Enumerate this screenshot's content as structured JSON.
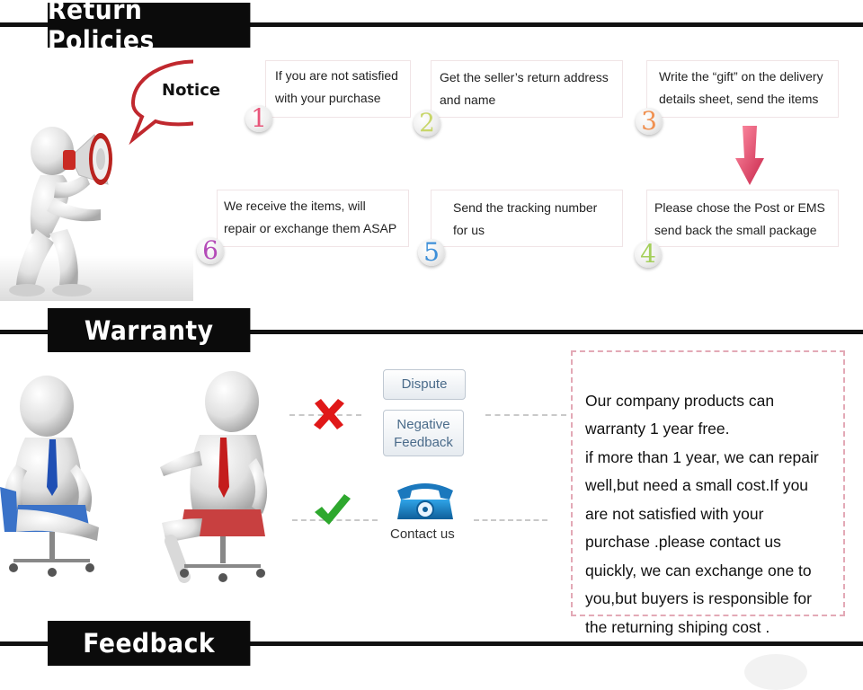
{
  "sections": {
    "return_title": "Return Policies",
    "warranty_title": "Warranty",
    "feedback_title": "Feedback"
  },
  "notice": {
    "label": "Notice"
  },
  "steps": [
    {
      "num": "1",
      "text": "If you are not satisfied\nwith your purchase",
      "color": "#e8557a"
    },
    {
      "num": "2",
      "text": "Get the seller’s return address\nand name",
      "color": "#c8d66a"
    },
    {
      "num": "3",
      "text": "Write the “gift” on the delivery\ndetails sheet, send the items",
      "color": "#f09050"
    },
    {
      "num": "4",
      "text": "Please chose the Post or EMS\nsend back the small package",
      "color": "#a4cf5a"
    },
    {
      "num": "5",
      "text": "Send the tracking number\nfor us",
      "color": "#3d8fd8"
    },
    {
      "num": "6",
      "text": "We receive the items,  will\nrepair or exchange them ASAP",
      "color": "#b44bb8"
    }
  ],
  "warranty": {
    "dispute_label": "Dispute",
    "negative_feedback_label": "Negative\nFeedback",
    "contact_label": "Contact us",
    "text": "Our company products can\nwarranty 1 year free.\nif more than 1 year, we can repair\nwell,but need  a small cost.If you\nare not satisfied with your\npurchase .please contact us\nquickly, we can exchange one to\nyou,but  buyers is responsible for\nthe returning shiping cost ."
  },
  "colors": {
    "banner_bg": "#0b0b0b",
    "notice_bubble_border": "#c0282e",
    "arrow": "#d63a5e",
    "cross": "#e01818",
    "check": "#2ea82e",
    "dashed_border": "#e3a9b6"
  },
  "icons": {
    "megaphone": "megaphone-icon",
    "cross": "cross-icon",
    "check": "check-icon",
    "telephone": "telephone-icon"
  }
}
